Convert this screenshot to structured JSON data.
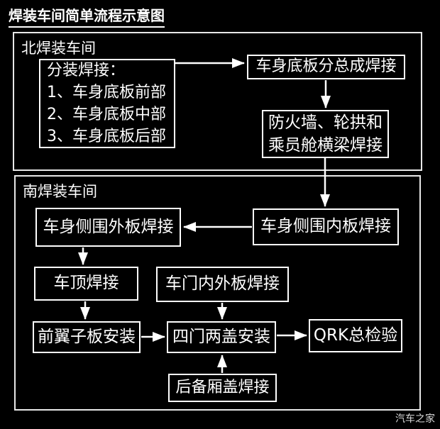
{
  "page": {
    "title": "焊装车间简单流程示意图",
    "watermark": "汽车之家"
  },
  "colors": {
    "background": "#000000",
    "text": "#ffffff",
    "node_border": "#ffffff",
    "section_border": "#e8e8e8",
    "arrow": "#ffffff",
    "watermark": "#d9d9d9"
  },
  "sections": {
    "north": {
      "label": "北焊装车间"
    },
    "south": {
      "label": "南焊装车间"
    }
  },
  "nodes": {
    "subassembly": {
      "lines": [
        "分装焊接：",
        "1、车身底板前部",
        "2、车身底板中部",
        "3、车身底板后部"
      ]
    },
    "floor_assembly": {
      "label": "车身底板分总成焊接"
    },
    "firewall": {
      "lines": [
        "防火墙、轮拱和",
        "乘员舱横梁焊接"
      ]
    },
    "side_outer": {
      "label": "车身侧围外板焊接"
    },
    "side_inner": {
      "label": "车身侧围内板焊接"
    },
    "roof": {
      "label": "车顶焊接"
    },
    "door_panels": {
      "label": "车门内外板焊接"
    },
    "front_fender": {
      "label": "前翼子板安装"
    },
    "doors_lids": {
      "label": "四门两盖安装"
    },
    "qrk": {
      "label": "QRK总检验"
    },
    "trunk_lid": {
      "label": "后备厢盖焊接"
    }
  },
  "flow": {
    "edges": [
      "subassembly → floor_assembly",
      "floor_assembly → firewall",
      "firewall → side_inner",
      "side_inner → side_outer",
      "side_outer → roof",
      "roof → front_fender",
      "door_panels → doors_lids",
      "front_fender → doors_lids",
      "doors_lids → qrk",
      "trunk_lid → doors_lids"
    ]
  }
}
